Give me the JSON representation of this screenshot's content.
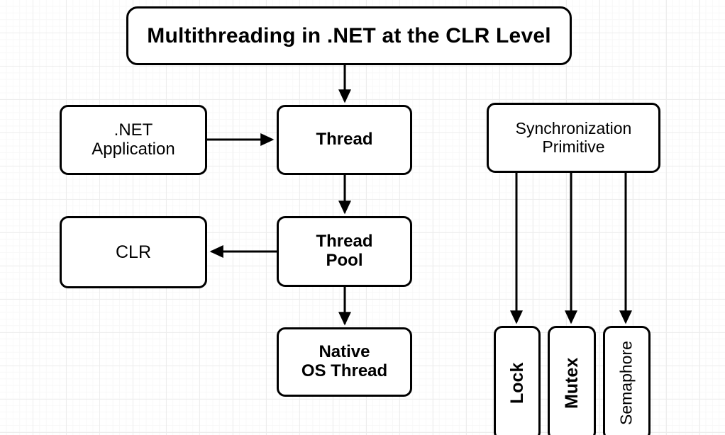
{
  "diagram": {
    "title": "Multithreading in .NET at the CLR Level",
    "background": "#ffffff",
    "grid_color": "#ededed",
    "stroke_color": "#000000",
    "fill_color": "#ffffff",
    "nodes": {
      "title": "Multithreading in .NET at the CLR Level",
      "dotnet_application": ".NET\nApplication",
      "thread": "Thread",
      "clr": "CLR",
      "thread_pool": "Thread\nPool",
      "native_os_thread": "Native\nOS Thread",
      "sync_primitive": "Synchronization\nPrimitive",
      "lock": "Lock",
      "mutex": "Mutex",
      "semaphore": "Semaphore"
    },
    "edges": [
      {
        "name": "title-to-thread",
        "from": "title",
        "to": "thread",
        "direction": "down"
      },
      {
        "name": "dotnet-application-to-thread",
        "from": "dotnet_application",
        "to": "thread",
        "direction": "right"
      },
      {
        "name": "thread-to-thread-pool",
        "from": "thread",
        "to": "thread_pool",
        "direction": "down"
      },
      {
        "name": "thread-pool-to-clr",
        "from": "thread_pool",
        "to": "clr",
        "direction": "left"
      },
      {
        "name": "thread-pool-to-native-os-thread",
        "from": "thread_pool",
        "to": "native_os_thread",
        "direction": "down"
      },
      {
        "name": "sync-primitive-to-lock",
        "from": "sync_primitive",
        "to": "lock",
        "direction": "down"
      },
      {
        "name": "sync-primitive-to-mutex",
        "from": "sync_primitive",
        "to": "mutex",
        "direction": "down"
      },
      {
        "name": "sync-primitive-to-semaphore",
        "from": "sync_primitive",
        "to": "semaphore",
        "direction": "down"
      }
    ]
  }
}
